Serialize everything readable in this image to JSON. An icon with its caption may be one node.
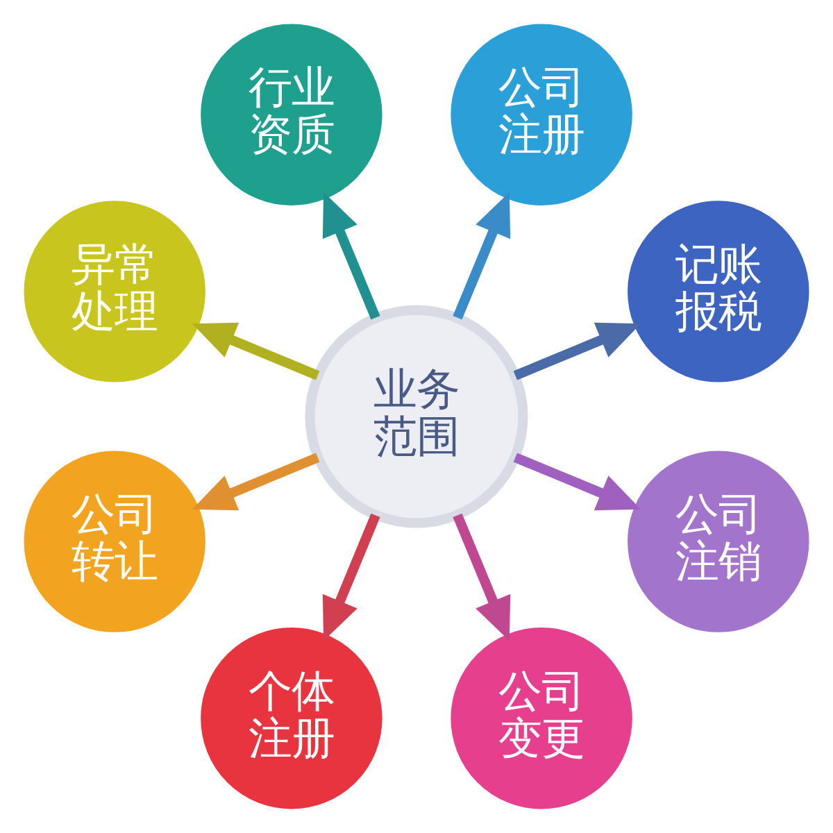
{
  "diagram": {
    "nodes": [
      {
        "text": [
          "公司注册"
        ]
      },
      {
        "text": [
          "行业资质"
        ]
      },
      {
        "text": [
          "记账报税"
        ]
      },
      {
        "text": [
          "异常处理"
        ]
      },
      {
        "text": [
          "业务范围"
        ]
      },
      {
        "text": [
          "公司注销"
        ]
      },
      {
        "text": [
          "公司转让"
        ]
      },
      {
        "text": [
          "公司变更"
        ]
      },
      {
        "text": [
          "个体注册"
        ]
      }
    ],
    "edges": [
      {
        "from": 4,
        "to": 0,
        "arrow": "to",
        "color": "#3a8cc8"
      },
      {
        "from": 4,
        "to": 1,
        "arrow": "to",
        "color": "#209090"
      },
      {
        "from": 4,
        "to": 2,
        "arrow": "to",
        "color": "#4a6aa8"
      },
      {
        "from": 4,
        "to": 3,
        "arrow": "to",
        "color": "#b0b020"
      },
      {
        "from": 4,
        "to": 5,
        "arrow": "to",
        "color": "#a060c0"
      },
      {
        "from": 4,
        "to": 6,
        "arrow": "to",
        "color": "#e09030"
      },
      {
        "from": 4,
        "to": 7,
        "arrow": "to",
        "color": "#c04890"
      },
      {
        "from": 4,
        "to": 8,
        "arrow": "to",
        "color": "#d04050"
      }
    ]
  }
}
